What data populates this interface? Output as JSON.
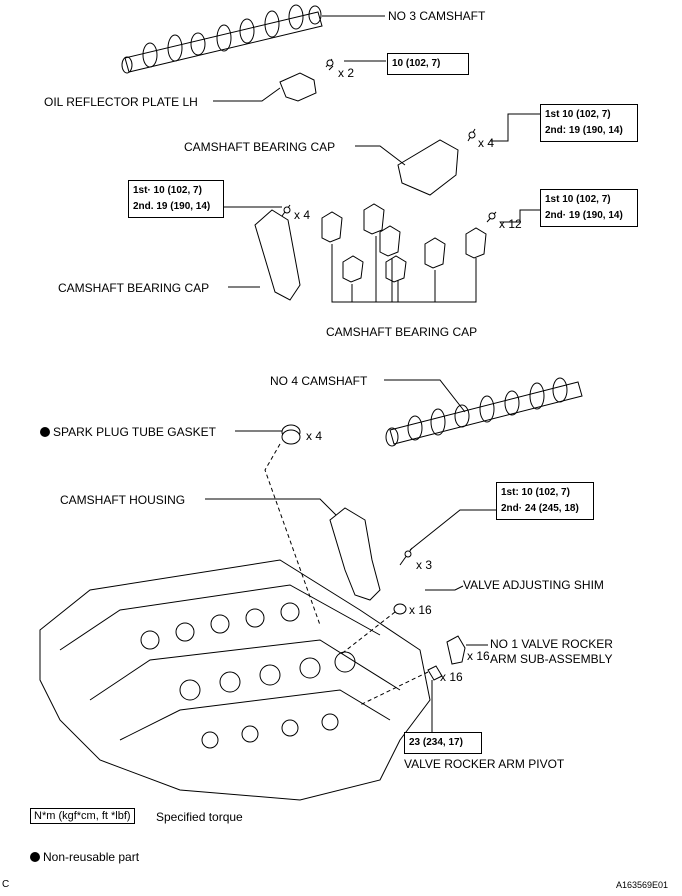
{
  "labels": {
    "no3_camshaft": "NO  3 CAMSHAFT",
    "oil_reflector": "OIL REFLECTOR PLATE LH",
    "cam_cap_top": "CAMSHAFT BEARING CAP",
    "cam_cap_left": "CAMSHAFT BEARING CAP",
    "cam_cap_bottom": "CAMSHAFT BEARING CAP",
    "no4_camshaft": "NO  4 CAMSHAFT",
    "spark_gasket": "SPARK PLUG TUBE GASKET",
    "cam_housing": "CAMSHAFT HOUSING",
    "valve_shim": "VALVE ADJUSTING SHIM",
    "rocker_arm_1": "NO  1 VALVE ROCKER",
    "rocker_arm_2": "ARM SUB-ASSEMBLY",
    "rocker_pivot": "VALVE ROCKER ARM PIVOT"
  },
  "counts": {
    "x2": "x 2",
    "x4_top": "x 4",
    "x4_left": "x 4",
    "x12": "x 12",
    "x4_gasket": "x 4",
    "x3": "x 3",
    "x16_shim": "x 16",
    "x16_rocker": "x 16",
    "x16_pivot": "x 16"
  },
  "torques": {
    "t1": "10 (102, 7)",
    "t2_a": "1st  10 (102, 7)",
    "t2_b": "2nd: 19 (190, 14)",
    "t3_a": "1st· 10 (102, 7)",
    "t3_b": "2nd. 19 (190, 14)",
    "t4_a": "1st  10 (102, 7)",
    "t4_b": "2nd· 19 (190, 14)",
    "t5_a": "1st: 10 (102, 7)",
    "t5_b": "2nd· 24 (245, 18)",
    "t6": "23 (234, 17)"
  },
  "legend": {
    "torque_box": "N*m (kgf*cm, ft *lbf)",
    "torque_text": "Specified torque",
    "nonreusable": "Non-reusable part"
  },
  "footer": {
    "left": "C",
    "right": "A163569E01"
  }
}
